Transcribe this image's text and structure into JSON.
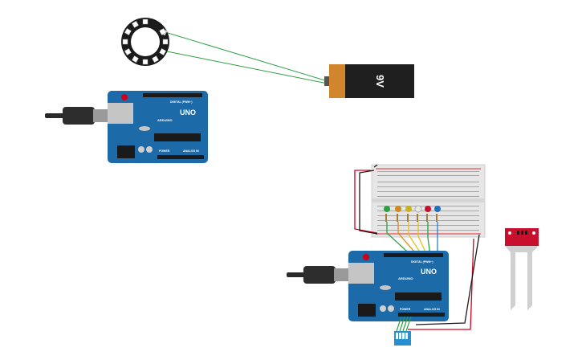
{
  "workspace": {
    "background": "#ffffff",
    "components": {
      "neopixel_ring": {
        "name": "NeoPixel Ring",
        "pixel_count": 12
      },
      "battery": {
        "label": "9V",
        "colors": {
          "body": "#1f1f1f",
          "cap": "#d2862c"
        }
      },
      "arduino_top": {
        "brand": "UNO",
        "maker": "ARDUINO",
        "digital_label": "DIGITAL (PWM~)",
        "analog_label": "ANALOG IN",
        "power_label": "POWER"
      },
      "arduino_bottom": {
        "brand": "UNO",
        "maker": "ARDUINO",
        "digital_label": "DIGITAL (PWM~)",
        "analog_label": "ANALOG IN",
        "power_label": "POWER"
      },
      "breadboard": {
        "name": "Breadboard small"
      },
      "leds": [
        {
          "name": "led-green",
          "color": "#2ea043"
        },
        {
          "name": "led-orange",
          "color": "#d08a1a"
        },
        {
          "name": "led-yellow",
          "color": "#c9b21a"
        },
        {
          "name": "led-white",
          "color": "#e8e8e8"
        },
        {
          "name": "led-red",
          "color": "#c8102e"
        },
        {
          "name": "led-blue",
          "color": "#1f6fc4"
        }
      ],
      "soil_sensor": {
        "name": "Soil Moisture Sensor",
        "color": "#c8102e"
      },
      "dip_switch": {
        "name": "DIP Switch",
        "color": "#2a8fd0"
      }
    },
    "colors": {
      "board_blue": "#1c6aa8",
      "board_dark": "#0f4f85",
      "wire_green": "#2ea043",
      "wire_red": "#d0021b",
      "wire_black": "#1a1a1a",
      "wire_orange": "#e08a12",
      "wire_yellow": "#e6c21a",
      "wire_blue": "#2a7fd0",
      "usb_gray": "#9a9a9a"
    }
  }
}
